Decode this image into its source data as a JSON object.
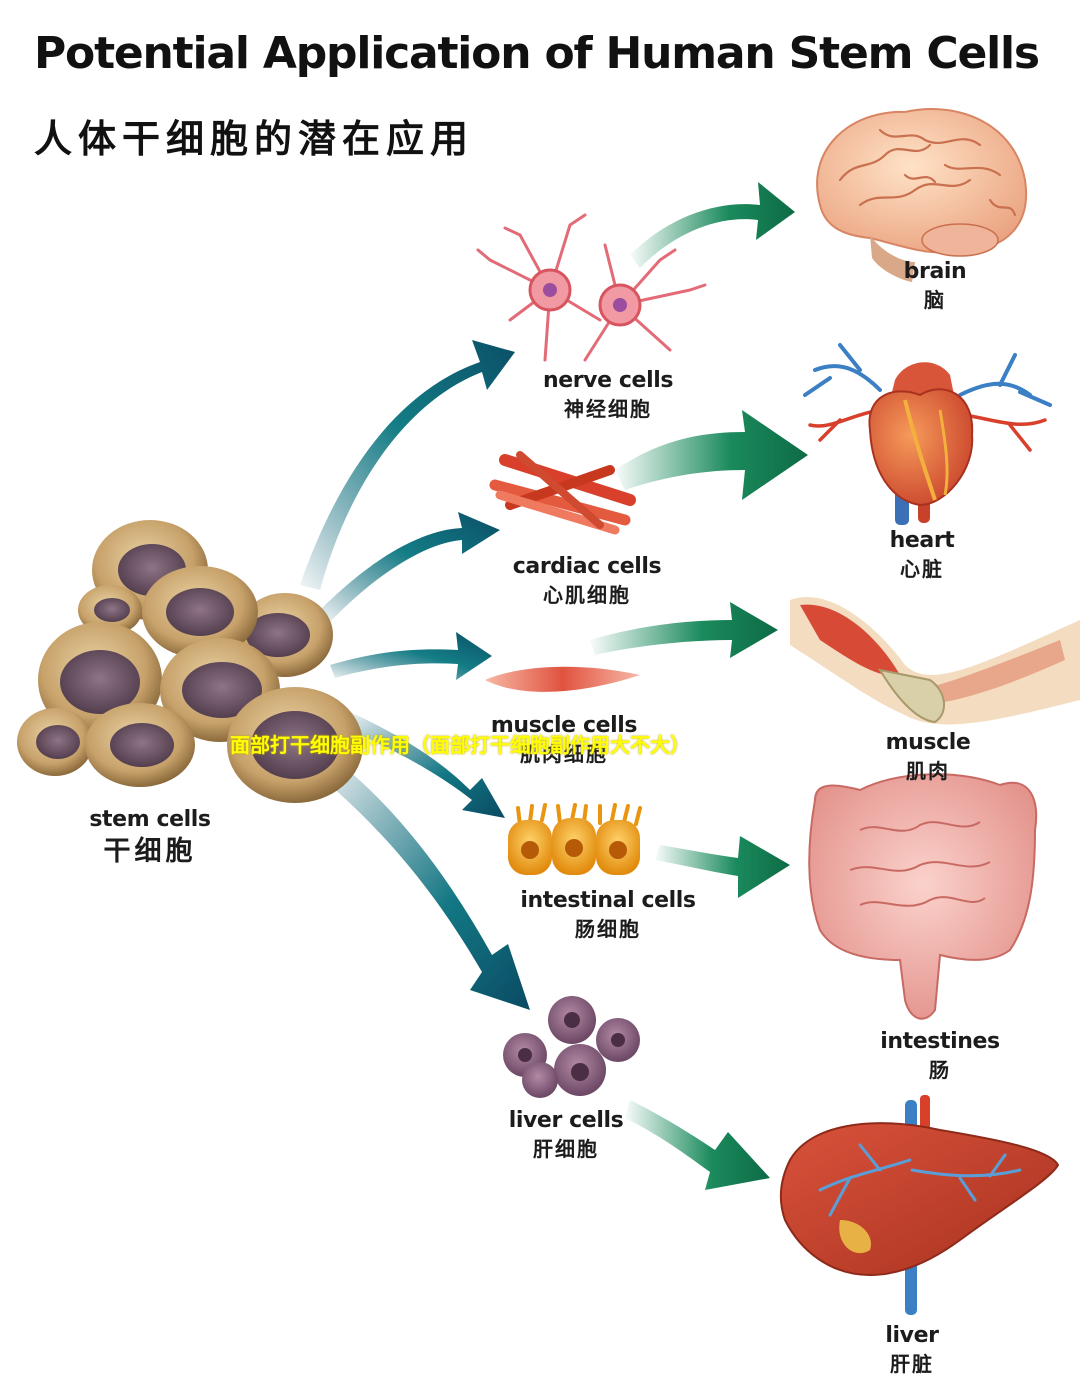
{
  "title": {
    "english": "Potential Application of Human Stem Cells",
    "chinese": "人体干细胞的潜在应用"
  },
  "source": {
    "label_en": "stem cells",
    "label_zh": "干细胞"
  },
  "cell_types": [
    {
      "en": "nerve cells",
      "zh": "神经细胞"
    },
    {
      "en": "cardiac cells",
      "zh": "心肌细胞"
    },
    {
      "en": "muscle cells",
      "zh": "肌肉细胞"
    },
    {
      "en": "intestinal cells",
      "zh": "肠细胞"
    },
    {
      "en": "liver cells",
      "zh": "肝细胞"
    }
  ],
  "organs": [
    {
      "en": "brain",
      "zh": "脑"
    },
    {
      "en": "heart",
      "zh": "心脏"
    },
    {
      "en": "muscle",
      "zh": "肌肉"
    },
    {
      "en": "intestines",
      "zh": "肠"
    },
    {
      "en": "liver",
      "zh": "肝脏"
    }
  ],
  "overlay_text": "面部打干细胞副作用（面部打干细胞副作用大不大）",
  "colors": {
    "arrow_teal": "#0e5f73",
    "arrow_green": "#127a4f",
    "overlay_text": "#ffff00"
  }
}
